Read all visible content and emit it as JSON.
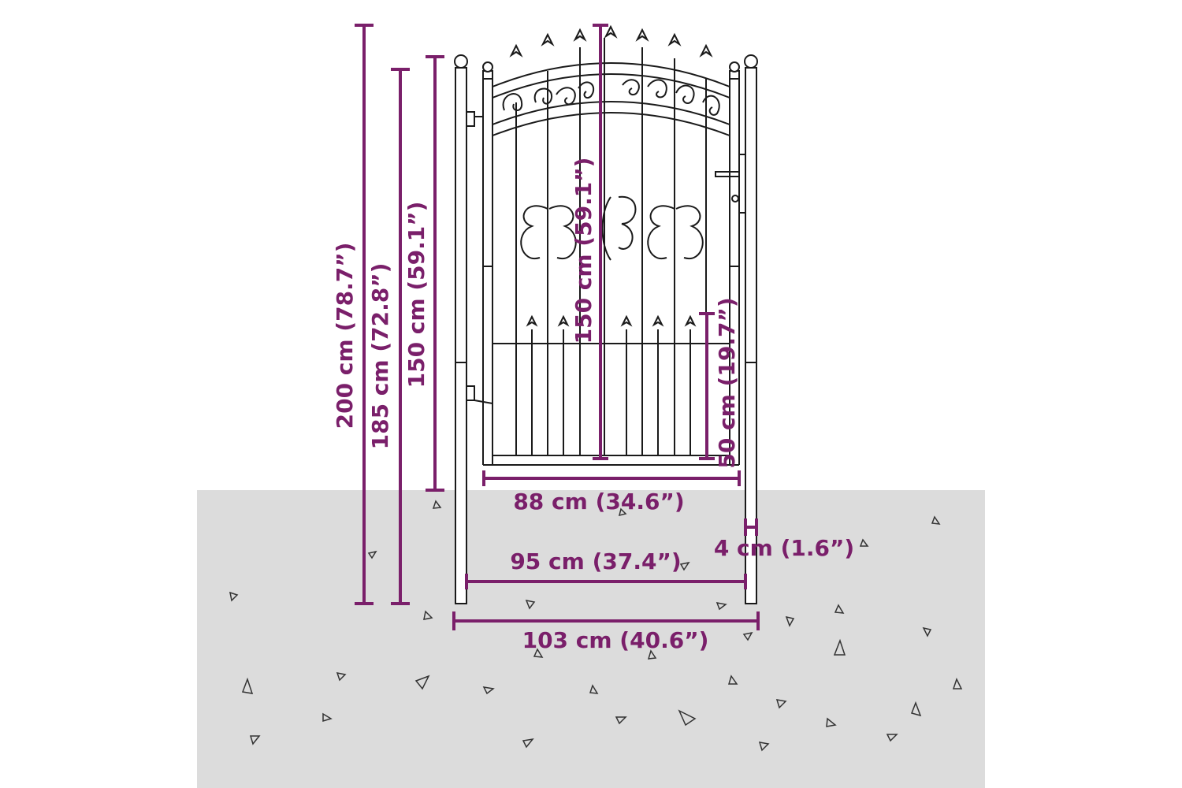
{
  "colors": {
    "dimension": "#7a1f6a",
    "ground": "#dcdcdc",
    "gate_line": "#1a1a1a"
  },
  "dimensions": {
    "total_height": "200 cm (78.7”)",
    "post_height": "185 cm (72.8”)",
    "gate_side_height": "150 cm (59.1”)",
    "gate_center_height": "150 cm (59.1”)",
    "lower_panel_height": "50 cm (19.7”)",
    "gate_width": "88 cm (34.6”)",
    "post_gap": "4 cm (1.6”)",
    "inner_width": "95 cm (37.4”)",
    "total_width": "103 cm (40.6”)"
  }
}
